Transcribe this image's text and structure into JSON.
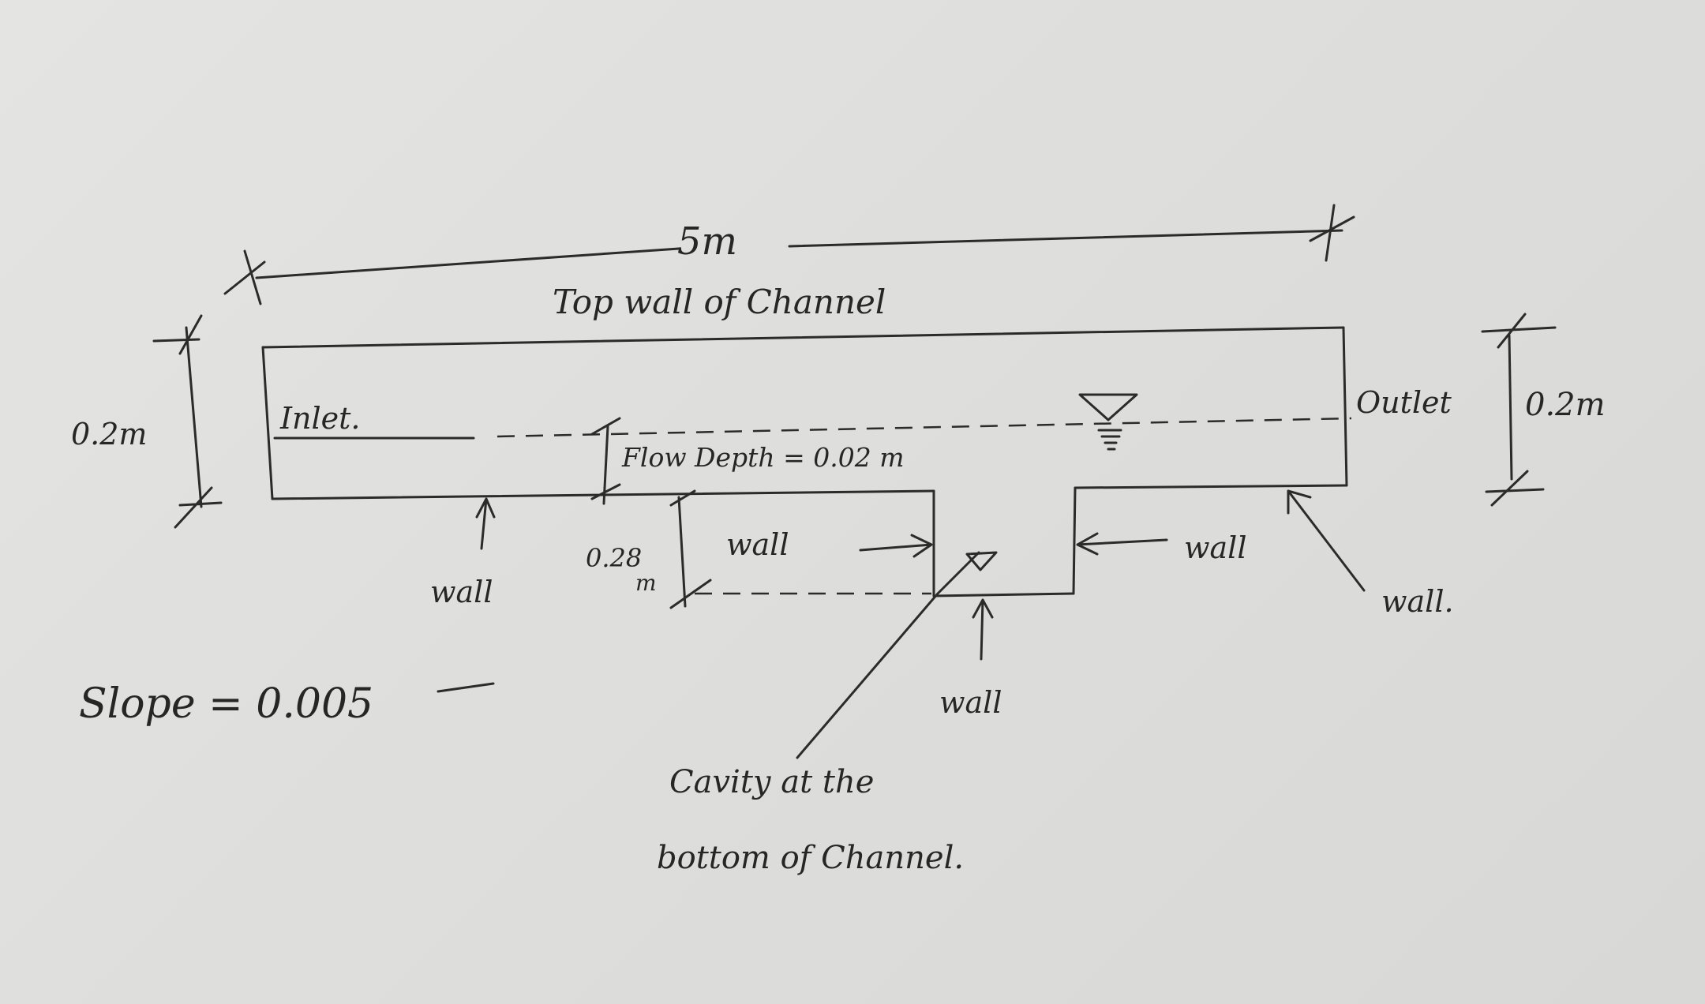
{
  "labels": {
    "length": "5m",
    "top_wall": "Top wall of Channel",
    "left_height": "0.2m",
    "right_height": "0.2m",
    "inlet": "Inlet.",
    "outlet": "Outlet",
    "flow_depth": "Flow Depth = 0.02 m",
    "cavity_depth_num": "0.28",
    "cavity_depth_unit": "m",
    "wall_bottom_left": "wall",
    "wall_cavity_left": "wall",
    "wall_cavity_right": "wall",
    "wall_cavity_bottom": "wall",
    "wall_outlet": "wall.",
    "slope": "Slope = 0.005",
    "cavity_note_line1": "Cavity at the",
    "cavity_note_line2": "bottom of Channel."
  }
}
